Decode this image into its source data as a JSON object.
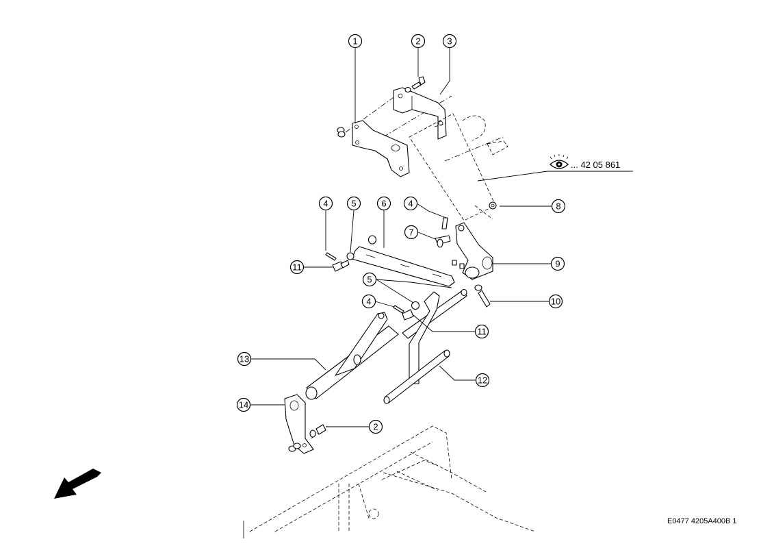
{
  "callouts": [
    {
      "num": "1"
    },
    {
      "num": "2"
    },
    {
      "num": "3"
    },
    {
      "num": "4"
    },
    {
      "num": "5"
    },
    {
      "num": "6"
    },
    {
      "num": "4"
    },
    {
      "num": "7"
    },
    {
      "num": "8"
    },
    {
      "num": "11"
    },
    {
      "num": "9"
    },
    {
      "num": "5"
    },
    {
      "num": "4"
    },
    {
      "num": "10"
    },
    {
      "num": "11"
    },
    {
      "num": "13"
    },
    {
      "num": "12"
    },
    {
      "num": "14"
    },
    {
      "num": "2"
    }
  ],
  "reference": {
    "text": "... 42 05 861",
    "icon": "eye-icon"
  },
  "drawing_code": "E0477 4205A400B 1",
  "direction_arrow": "arrow-icon"
}
